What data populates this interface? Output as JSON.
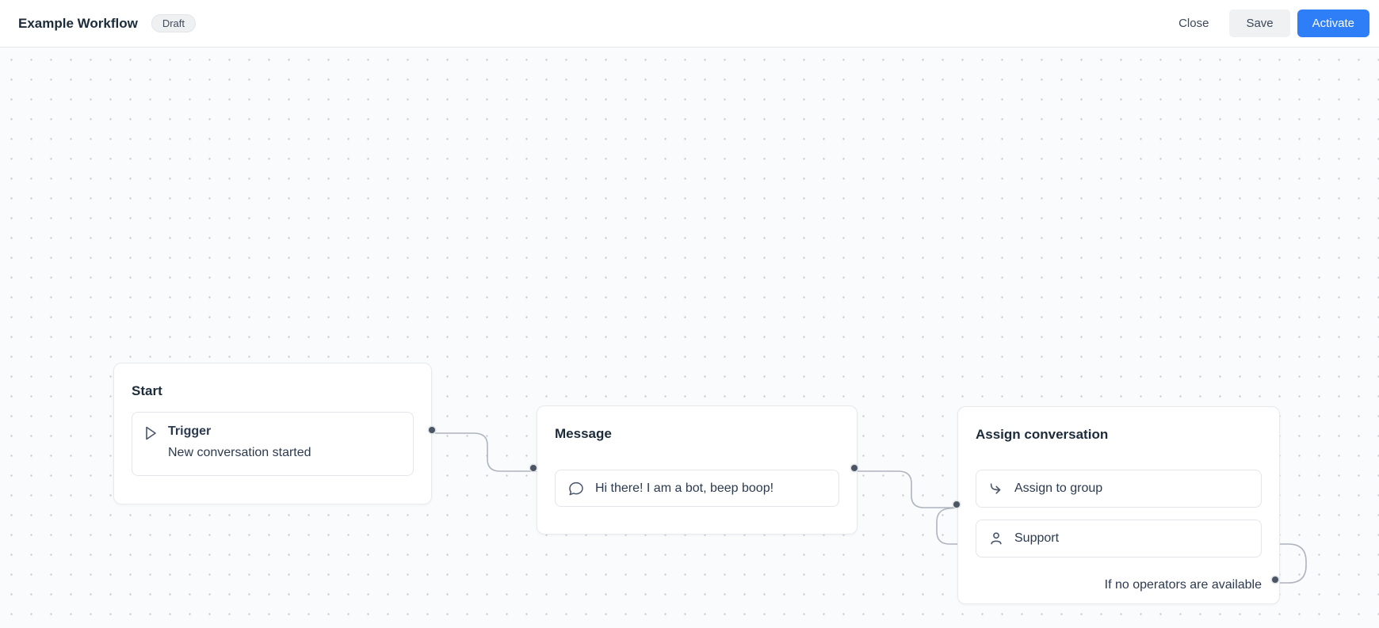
{
  "header": {
    "title": "Example Workflow",
    "status_badge": "Draft",
    "close_label": "Close",
    "save_label": "Save",
    "activate_label": "Activate"
  },
  "colors": {
    "accent-blue": "#2e7ef7",
    "canvas-bg": "#fafbfc",
    "node-bg": "#ffffff",
    "node-border": "#e7e9ec",
    "card-border": "#e3e6ea",
    "connector": "#aeb5be",
    "port-ring": "#4b5563",
    "title-text": "#1c2b3a",
    "body-text": "#2c3a4f",
    "badge-bg": "#eef0f2",
    "save-bg": "#eff1f2",
    "header-border": "#e2e6ea"
  },
  "nodes": [
    {
      "title": "Start",
      "items": [
        {
          "icon": "play-icon",
          "label": "Trigger",
          "sublabel": "New conversation started"
        }
      ]
    },
    {
      "title": "Message",
      "items": [
        {
          "icon": "chat-bubble-icon",
          "label": "Hi there! I am a bot, beep boop!"
        }
      ]
    },
    {
      "title": "Assign conversation",
      "items": [
        {
          "icon": "assign-arrow-icon",
          "label": "Assign to group"
        },
        {
          "icon": "person-icon",
          "label": "Support"
        }
      ],
      "footer_label": "If no operators are available"
    }
  ]
}
